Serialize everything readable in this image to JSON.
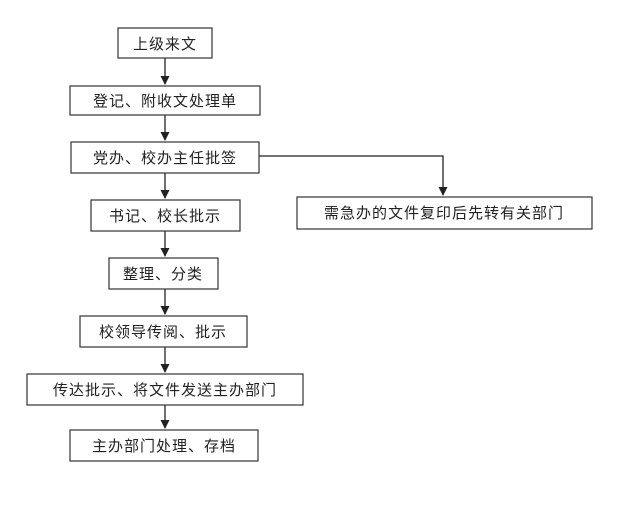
{
  "flowchart": {
    "nodes": [
      {
        "id": "n1",
        "label": "上级来文"
      },
      {
        "id": "n2",
        "label": "登记、附收文处理单"
      },
      {
        "id": "n3",
        "label": "党办、校办主任批签"
      },
      {
        "id": "n4",
        "label": "书记、校长批示"
      },
      {
        "id": "n5",
        "label": "整理、分类"
      },
      {
        "id": "n6",
        "label": "校领导传阅、批示"
      },
      {
        "id": "n7",
        "label": "传达批示、将文件发送主办部门"
      },
      {
        "id": "n8",
        "label": "主办部门处理、存档"
      },
      {
        "id": "n9",
        "label": "需急办的文件复印后先转有关部门"
      }
    ],
    "edges": [
      {
        "from": "n1",
        "to": "n2"
      },
      {
        "from": "n2",
        "to": "n3"
      },
      {
        "from": "n3",
        "to": "n4"
      },
      {
        "from": "n4",
        "to": "n5"
      },
      {
        "from": "n5",
        "to": "n6"
      },
      {
        "from": "n6",
        "to": "n7"
      },
      {
        "from": "n7",
        "to": "n8"
      },
      {
        "from": "n3",
        "to": "n9"
      }
    ]
  }
}
